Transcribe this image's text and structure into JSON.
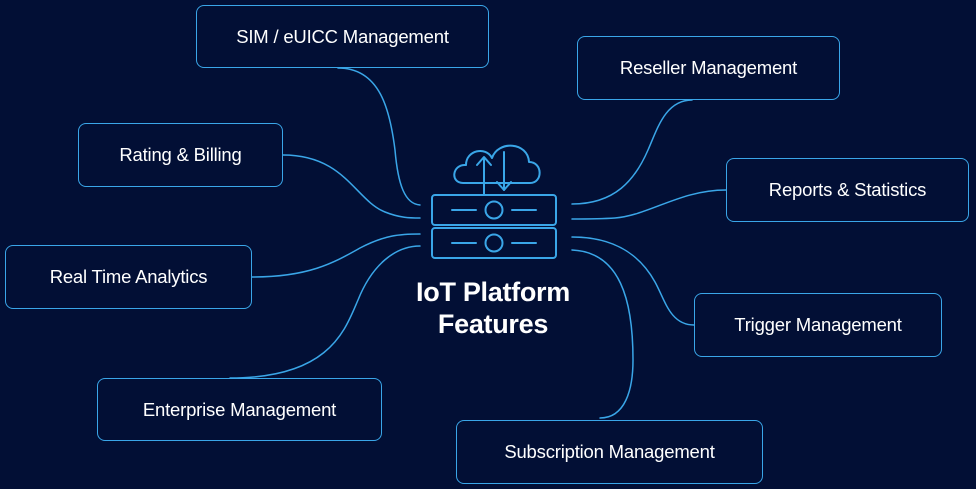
{
  "diagram": {
    "center": {
      "title_line1": "IoT Platform",
      "title_line2": "Features",
      "icon": "cloud-server-icon"
    },
    "features": [
      "SIM / eUICC Management",
      "Reseller Management",
      "Rating & Billing",
      "Reports & Statistics",
      "Real Time Analytics",
      "Trigger Management",
      "Enterprise Management",
      "Subscription Management"
    ],
    "colors": {
      "background": "#020f35",
      "line": "#3aa6e8",
      "text": "#ffffff"
    }
  }
}
